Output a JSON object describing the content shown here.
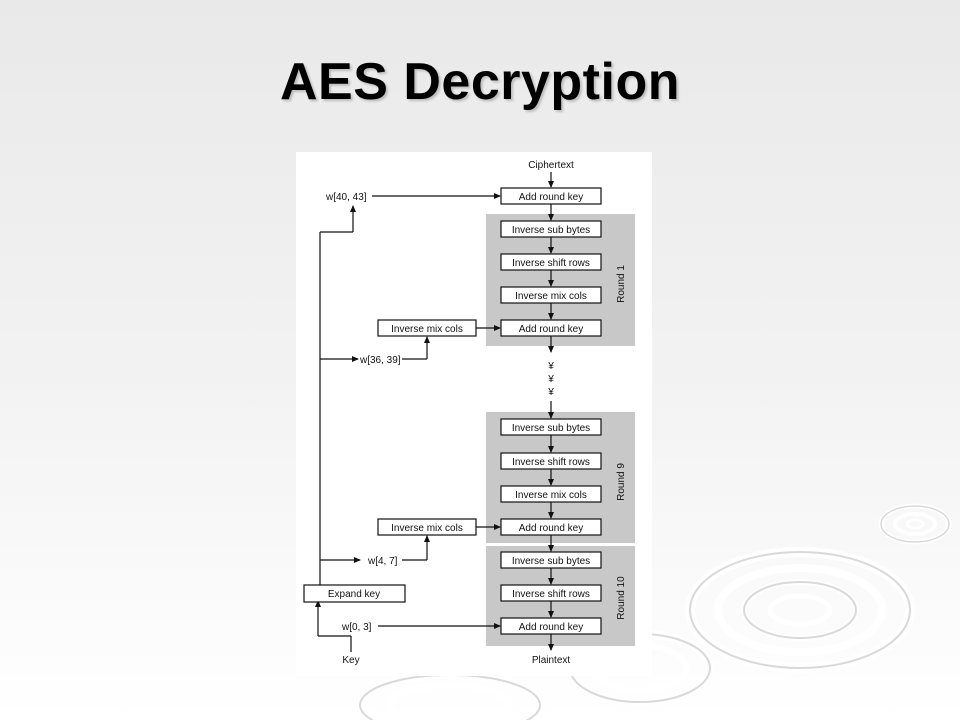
{
  "slide": {
    "title": "AES Decryption"
  },
  "diagram": {
    "input_label": "Ciphertext",
    "output_label": "Plaintext",
    "key_label": "Key",
    "expand_key": "Expand key",
    "initial_add_round_key": "Add round key",
    "rounds": [
      {
        "name": "Round 1",
        "steps": [
          "Inverse sub bytes",
          "Inverse shift rows",
          "Inverse mix cols",
          "Add round key"
        ],
        "key_side_label": "Inverse mix cols"
      },
      {
        "name": "Round 9",
        "steps": [
          "Inverse sub bytes",
          "Inverse shift rows",
          "Inverse mix cols",
          "Add round key"
        ],
        "key_side_label": "Inverse mix cols"
      },
      {
        "name": "Round 10",
        "steps": [
          "Inverse sub bytes",
          "Inverse shift rows",
          "Add round key"
        ]
      }
    ],
    "key_words": [
      "w[40, 43]",
      "w[36, 39]",
      "w[4, 7]",
      "w[0, 3]"
    ],
    "ellipsis_marks": [
      "¥",
      "¥",
      "¥"
    ]
  }
}
